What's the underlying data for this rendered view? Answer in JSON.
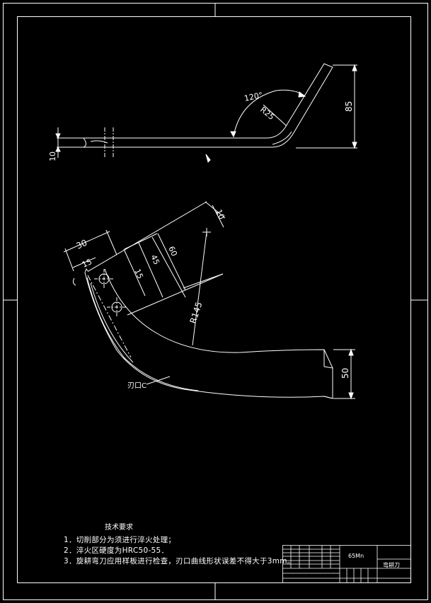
{
  "dimensions": {
    "angle": "120°",
    "bend_radius": "R25",
    "height_top": "85",
    "thickness": "10",
    "d30": "30",
    "d15a": "15",
    "d15b": "15",
    "d45": "45",
    "d60": "60",
    "d10": "10",
    "r145": "R145",
    "d50": "50",
    "edge_label": "刃口C"
  },
  "tech_notes": {
    "title": "技术要求",
    "lines": [
      "1．切削部分为须进行淬火处理；",
      "2．淬火区硬度为HRC50-55．",
      "3．旋耕弯刀应用样板进行检查，刃口曲线形状误差不得大于3mm。"
    ]
  },
  "title_block": {
    "material": "65Mn",
    "part_name": "弯耕刀"
  }
}
